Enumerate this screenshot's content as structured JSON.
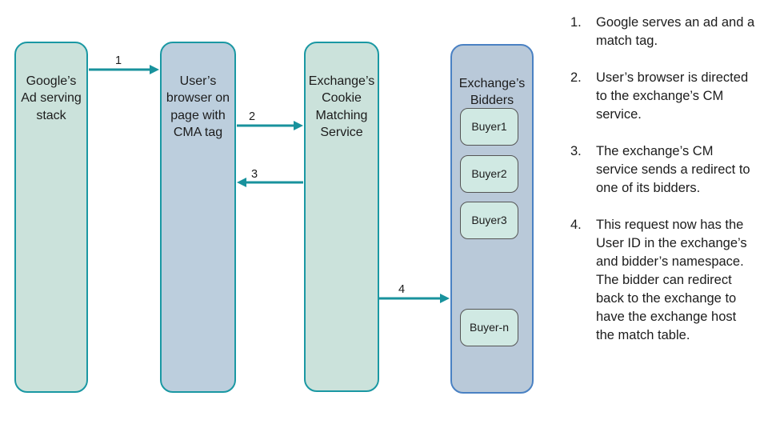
{
  "diagram": {
    "nodes": [
      {
        "id": "google-stack",
        "label": "Google’s\nAd serving\nstack"
      },
      {
        "id": "user-browser",
        "label": "User’s\nbrowser on\npage with\nCMA tag"
      },
      {
        "id": "cm-service",
        "label": "Exchange’s\nCookie\nMatching\nService"
      },
      {
        "id": "bidders",
        "label": "Exchange’s\nBidders"
      }
    ],
    "buyers": [
      {
        "label": "Buyer1"
      },
      {
        "label": "Buyer2"
      },
      {
        "label": "Buyer3"
      },
      {
        "label": "Buyer-n"
      }
    ],
    "arrows": [
      {
        "label": "1",
        "from": "google-stack",
        "to": "user-browser"
      },
      {
        "label": "2",
        "from": "user-browser",
        "to": "cm-service"
      },
      {
        "label": "3",
        "from": "cm-service",
        "to": "user-browser"
      },
      {
        "label": "4",
        "from": "cm-service",
        "to": "bidders"
      }
    ]
  },
  "steps": [
    {
      "num": "1.",
      "text": "Google serves an ad and a match tag."
    },
    {
      "num": "2.",
      "text": "User’s browser is directed to the exchange’s CM service."
    },
    {
      "num": "3.",
      "text": "The exchange’s CM service sends a redirect to one of its bidders."
    },
    {
      "num": "4.",
      "text": "This request now has the User ID in the exchange’s and bidder’s namespace. The bidder can redirect back to the exchange to have the exchange host the match table."
    }
  ],
  "colors": {
    "teal_border": "#1a98a3",
    "blue_border": "#4a81c3",
    "green_fill": "#cbe2db",
    "blue_fill": "#bccedd",
    "bidders_fill": "#b9c9d9",
    "buyer_fill": "#d0e9e3",
    "buyer_border": "#555555",
    "arrow": "#18929d",
    "text": "#1c1c1c"
  }
}
